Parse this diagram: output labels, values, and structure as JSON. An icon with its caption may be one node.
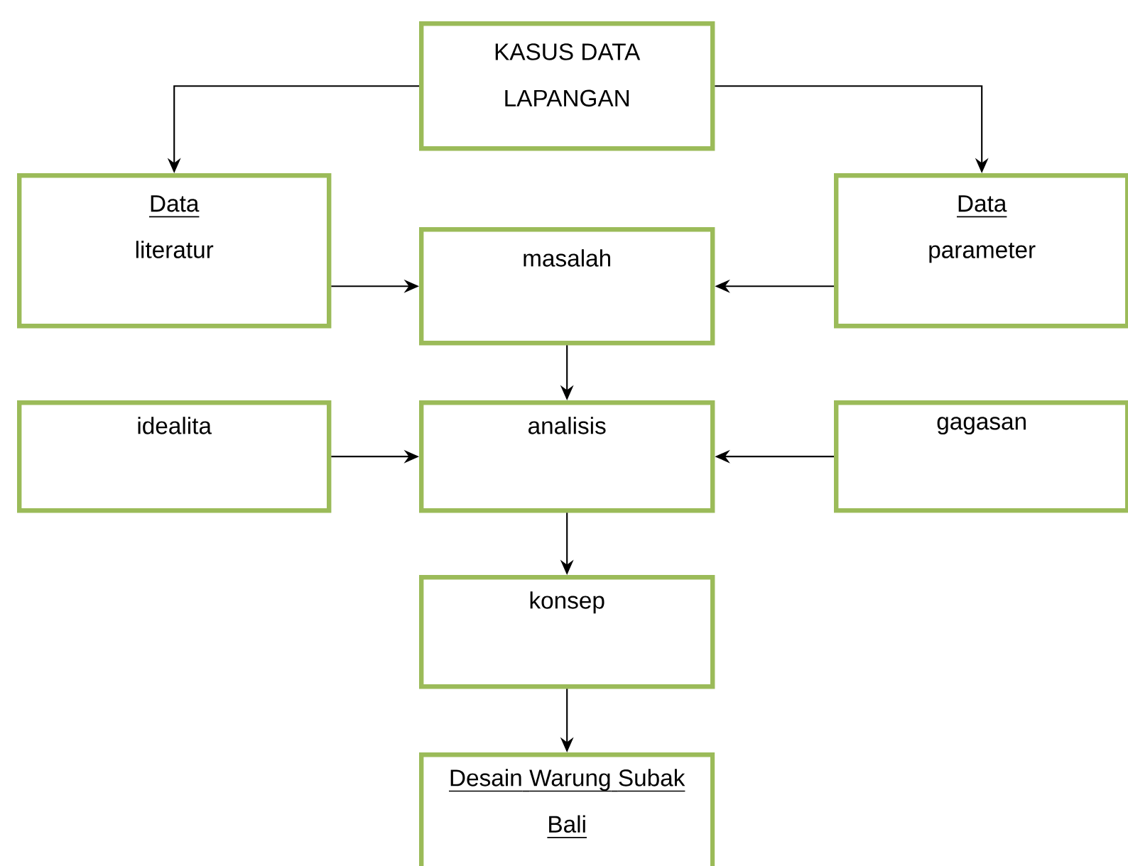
{
  "diagram": {
    "nodes": [
      {
        "text": [
          "KASUS DATA LAPANGAN"
        ]
      },
      {
        "text": [
          "Data",
          "literatur"
        ]
      },
      {
        "text": [
          "masalah"
        ]
      },
      {
        "text": [
          "Data",
          "parameter"
        ]
      },
      {
        "text": [
          "idealita"
        ]
      },
      {
        "text": [
          "analisis"
        ]
      },
      {
        "text": [
          "gagasan"
        ]
      },
      {
        "text": [
          "konsep"
        ]
      },
      {
        "text": [
          "Desain Warung Subak Bali"
        ]
      }
    ],
    "edges": [
      {
        "from": 0,
        "to": 1,
        "arrow": "to"
      },
      {
        "from": 0,
        "to": 3,
        "arrow": "to"
      },
      {
        "from": 1,
        "to": 2,
        "arrow": "to"
      },
      {
        "from": 3,
        "to": 2,
        "arrow": "to"
      },
      {
        "from": 2,
        "to": 5,
        "arrow": "to"
      },
      {
        "from": 4,
        "to": 5,
        "arrow": "to"
      },
      {
        "from": 6,
        "to": 5,
        "arrow": "to"
      },
      {
        "from": 5,
        "to": 7,
        "arrow": "to"
      },
      {
        "from": 7,
        "to": 8,
        "arrow": "to"
      }
    ]
  }
}
